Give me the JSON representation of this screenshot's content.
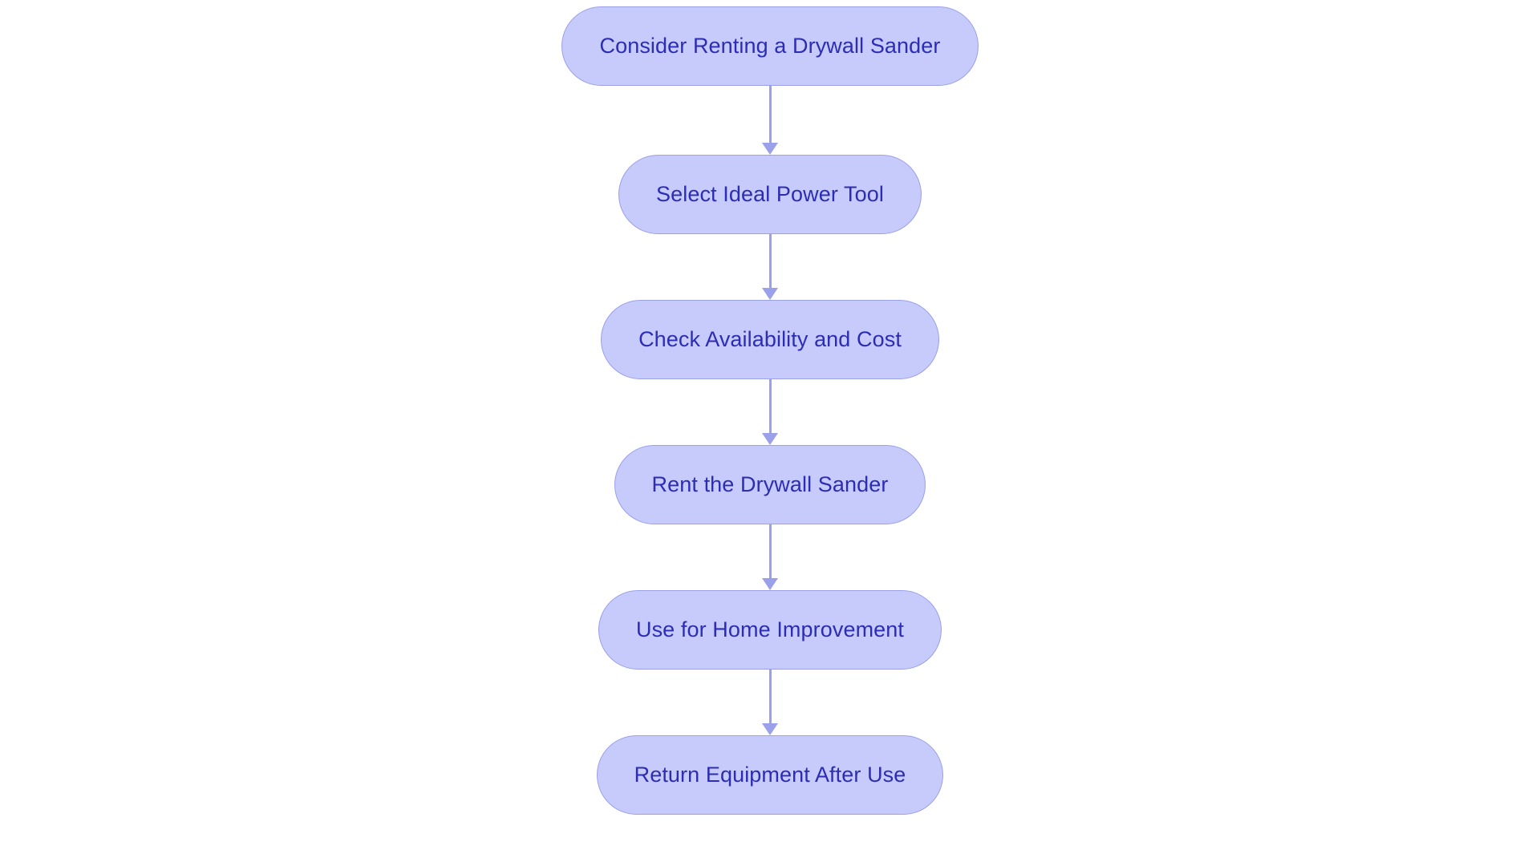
{
  "diagram": {
    "type": "flowchart",
    "orientation": "vertical-top-to-bottom",
    "background_color": "#ffffff",
    "node_fill_color": "#c7cbfb",
    "node_border_color": "#9aa0ea",
    "node_text_color": "#2c2cb5",
    "connector_color": "#9aa0ea",
    "node_shape": "stadium",
    "nodes": [
      {
        "id": "n1",
        "label": "Consider Renting a Drywall Sander"
      },
      {
        "id": "n2",
        "label": "Select Ideal Power Tool"
      },
      {
        "id": "n3",
        "label": "Check Availability and Cost"
      },
      {
        "id": "n4",
        "label": "Rent the Drywall Sander"
      },
      {
        "id": "n5",
        "label": "Use for Home Improvement"
      },
      {
        "id": "n6",
        "label": "Return Equipment After Use"
      }
    ],
    "edges": [
      {
        "id": "e1",
        "from": "n1",
        "to": "n2",
        "label": "",
        "arrow": "arrow-down-icon"
      },
      {
        "id": "e2",
        "from": "n2",
        "to": "n3",
        "label": "",
        "arrow": "arrow-down-icon"
      },
      {
        "id": "e3",
        "from": "n3",
        "to": "n4",
        "label": "",
        "arrow": "arrow-down-icon"
      },
      {
        "id": "e4",
        "from": "n4",
        "to": "n5",
        "label": "",
        "arrow": "arrow-down-icon"
      },
      {
        "id": "e5",
        "from": "n5",
        "to": "n6",
        "label": "",
        "arrow": "arrow-down-icon"
      }
    ]
  }
}
